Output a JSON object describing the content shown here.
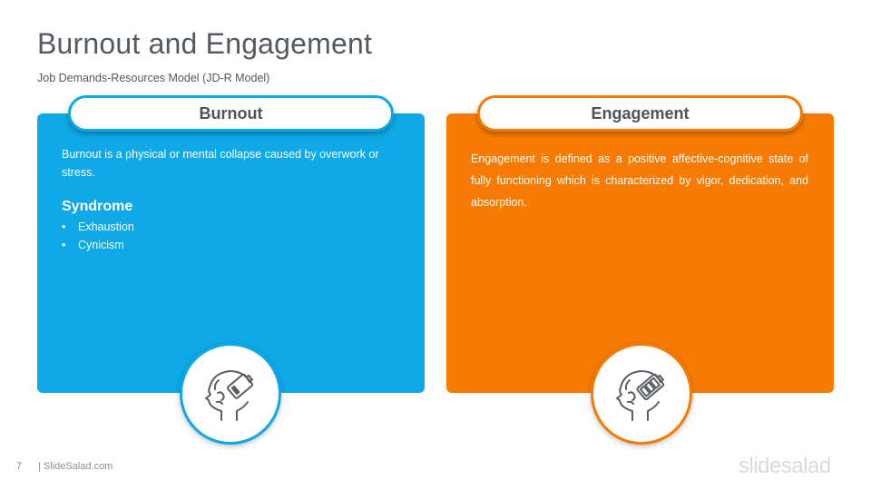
{
  "slide": {
    "title": "Burnout and Engagement",
    "subtitle": "Job Demands-Resources Model (JD-R Model)",
    "page_number": "7",
    "footer": "| SlideSalad.com",
    "brand": "slidesalad"
  },
  "burnout": {
    "heading": "Burnout",
    "description": "Burnout  is a physical or mental collapse  caused by overwork or stress.",
    "syndrome_heading": "Syndrome",
    "syndrome_items": [
      "Exhaustion",
      "Cynicism"
    ],
    "icon": "head-low-battery-icon"
  },
  "engagement": {
    "heading": "Engagement",
    "description": "Engagement  is defined  as a positive affective-cognitive  state of fully functioning  which is characterized  by vigor, dedication, and absorption.",
    "icon": "head-full-battery-icon"
  },
  "colors": {
    "burnout_accent": "#0ea9e6",
    "engagement_accent": "#f57b04",
    "text_dark": "#555a60",
    "icon_stroke": "#5a5e63"
  }
}
